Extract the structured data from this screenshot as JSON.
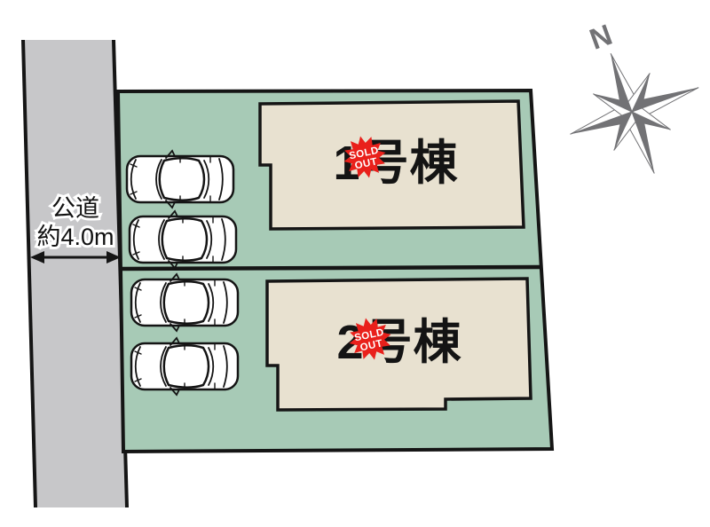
{
  "road": {
    "name": "公道",
    "width_label": "約4.0m"
  },
  "lots": [
    {
      "label": "1号棟",
      "badge": {
        "line1": "SOLD",
        "line2": "OUT"
      }
    },
    {
      "label": "2号棟",
      "badge": {
        "line1": "SOLD",
        "line2": "OUT"
      }
    }
  ],
  "compass": {
    "north_label": "N"
  },
  "parking": {
    "car_count": 4
  },
  "colors": {
    "plot-green": "#a7cab6",
    "building-beige": "#e8e1d0",
    "road-gray": "#c7c7c9",
    "badge-red": "#e9201b",
    "compass-gray": "#727275",
    "line-black": "#151515"
  }
}
